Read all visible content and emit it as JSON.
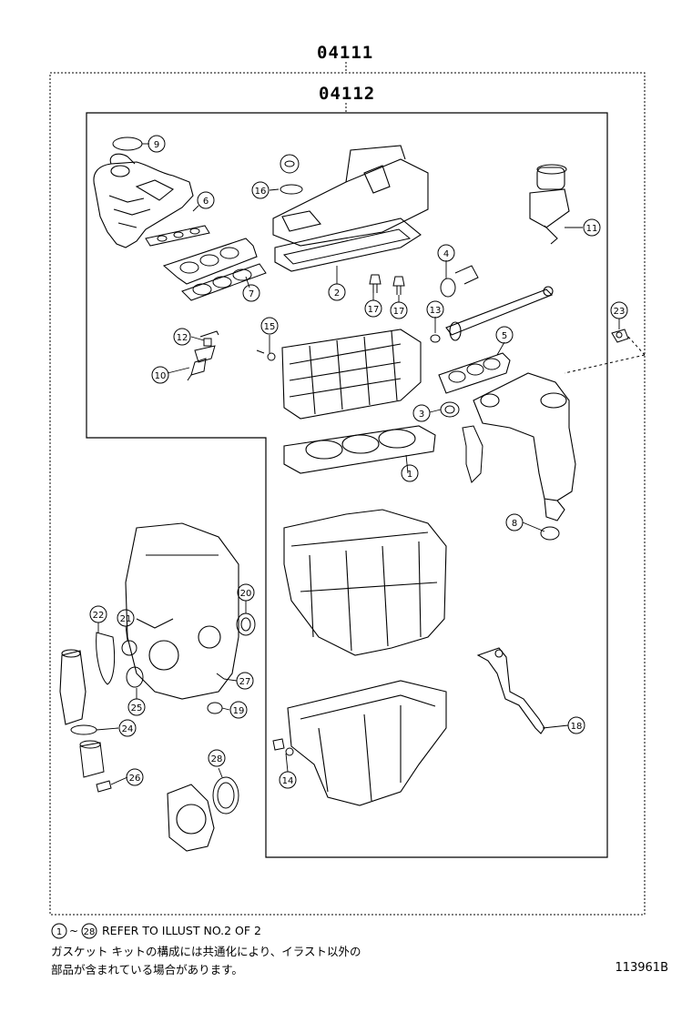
{
  "assembly": {
    "outer_code": "04111",
    "inner_code": "04112"
  },
  "callouts": [
    {
      "n": "9"
    },
    {
      "n": "6"
    },
    {
      "n": "7"
    },
    {
      "n": "16"
    },
    {
      "n": "2"
    },
    {
      "n": "4"
    },
    {
      "n": "11"
    },
    {
      "n": "17"
    },
    {
      "n": "17"
    },
    {
      "n": "13"
    },
    {
      "n": "5"
    },
    {
      "n": "12"
    },
    {
      "n": "15"
    },
    {
      "n": "10"
    },
    {
      "n": "3"
    },
    {
      "n": "1"
    },
    {
      "n": "23"
    },
    {
      "n": "8"
    },
    {
      "n": "22"
    },
    {
      "n": "21"
    },
    {
      "n": "20"
    },
    {
      "n": "27"
    },
    {
      "n": "25"
    },
    {
      "n": "19"
    },
    {
      "n": "24"
    },
    {
      "n": "28"
    },
    {
      "n": "26"
    },
    {
      "n": "18"
    },
    {
      "n": "14"
    }
  ],
  "footer": {
    "refer_range_start": "1",
    "refer_range_sep": "~",
    "refer_range_end": "28",
    "refer_text": "REFER TO ILLUST NO.2 OF 2",
    "jp_line1": "ガスケット キットの構成には共通化により、イラスト以外の",
    "jp_line2": "部品が含まれている場合があります。",
    "illustration_code": "113961B"
  }
}
